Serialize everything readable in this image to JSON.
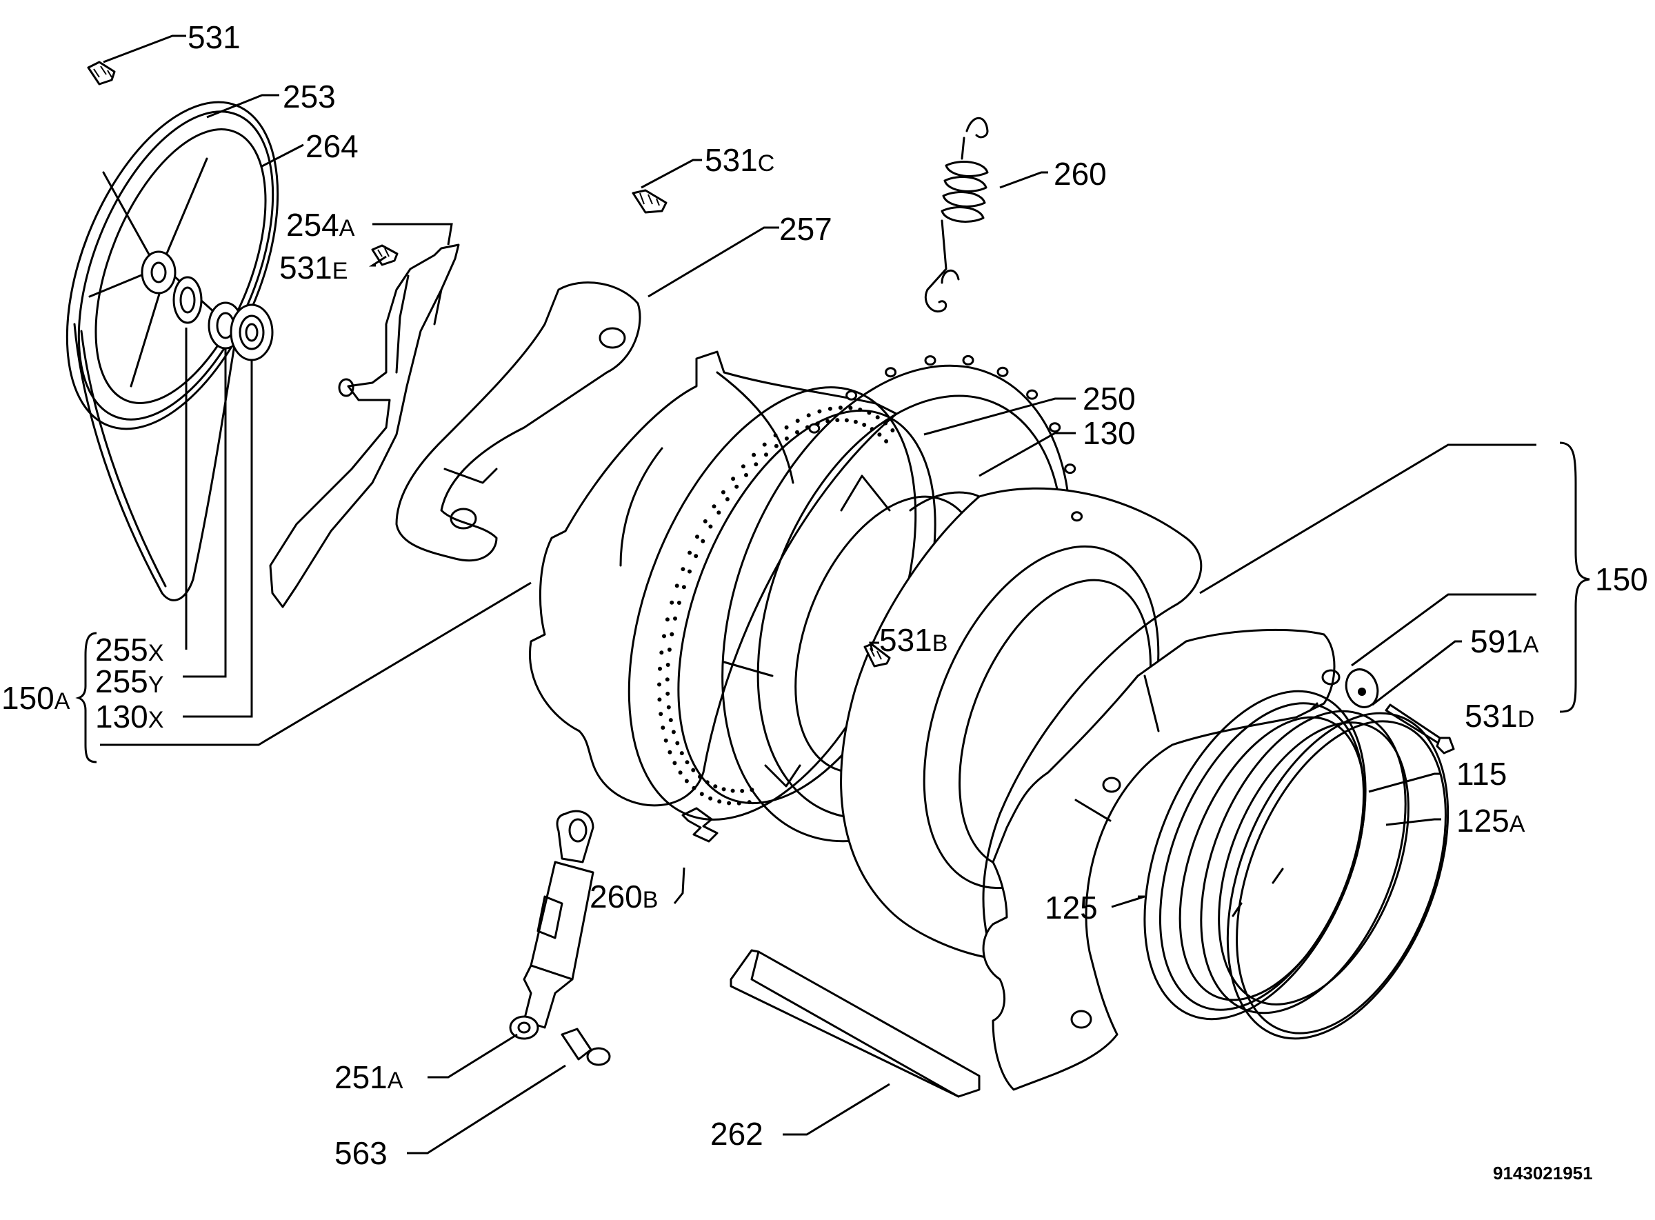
{
  "diagram": {
    "document_number": "9143021951",
    "labels": {
      "l531": {
        "num": "531",
        "suffix": ""
      },
      "l253": {
        "num": "253",
        "suffix": ""
      },
      "l264": {
        "num": "264",
        "suffix": ""
      },
      "l531c": {
        "num": "531",
        "suffix": "C"
      },
      "l260": {
        "num": "260",
        "suffix": ""
      },
      "l254a": {
        "num": "254",
        "suffix": "A"
      },
      "l531e": {
        "num": "531",
        "suffix": "E"
      },
      "l257": {
        "num": "257",
        "suffix": ""
      },
      "l250": {
        "num": "250",
        "suffix": ""
      },
      "l130": {
        "num": "130",
        "suffix": ""
      },
      "l150": {
        "num": "150",
        "suffix": ""
      },
      "l531b": {
        "num": "531",
        "suffix": "B"
      },
      "l591a": {
        "num": "591",
        "suffix": "A"
      },
      "l255x": {
        "num": "255",
        "suffix": "X"
      },
      "l255y": {
        "num": "255",
        "suffix": "Y"
      },
      "l150a": {
        "num": "150",
        "suffix": "A"
      },
      "l130x": {
        "num": "130",
        "suffix": "X"
      },
      "l531d": {
        "num": "531",
        "suffix": "D"
      },
      "l115": {
        "num": "115",
        "suffix": ""
      },
      "l125a": {
        "num": "125",
        "suffix": "A"
      },
      "l260b": {
        "num": "260",
        "suffix": "B"
      },
      "l125": {
        "num": "125",
        "suffix": ""
      },
      "l251a": {
        "num": "251",
        "suffix": "A"
      },
      "l262": {
        "num": "262",
        "suffix": ""
      },
      "l563": {
        "num": "563",
        "suffix": ""
      }
    }
  }
}
